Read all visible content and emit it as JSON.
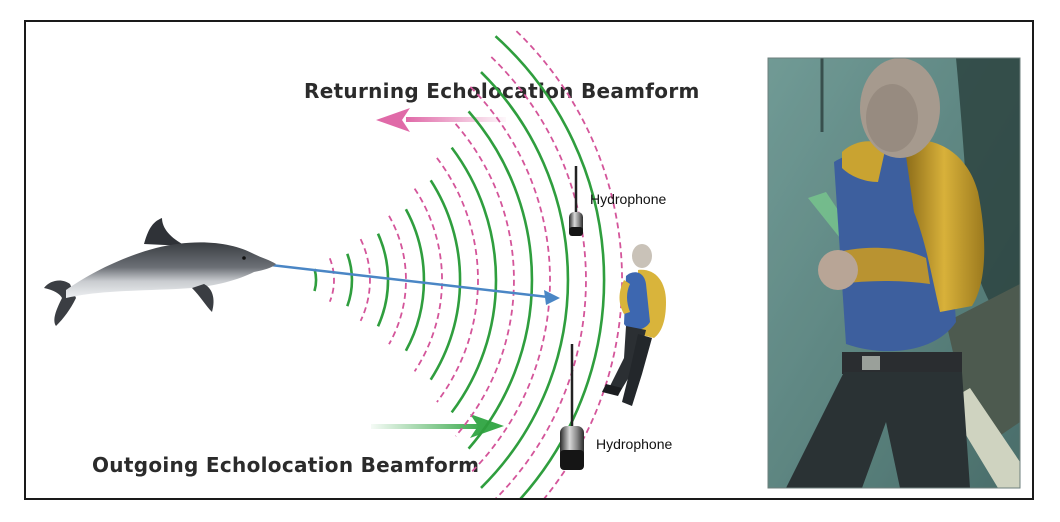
{
  "labels": {
    "returning": "Returning Echolocation Beamform",
    "outgoing": "Outgoing Echolocation Beamform",
    "hydrophone_top": "Hydrophone",
    "hydrophone_bottom": "Hydrophone"
  },
  "colors": {
    "outgoing_wave": "#2f9e3e",
    "returning_wave": "#d4559a",
    "sonar_beam": "#4a86c5",
    "returning_arrow": "#e06aa8",
    "outgoing_arrow": "#39a94b",
    "water": "#5f8a86"
  },
  "icons": [
    "dolphin-figure",
    "hydrophone-icon",
    "diver-figure",
    "underwater-photo"
  ]
}
